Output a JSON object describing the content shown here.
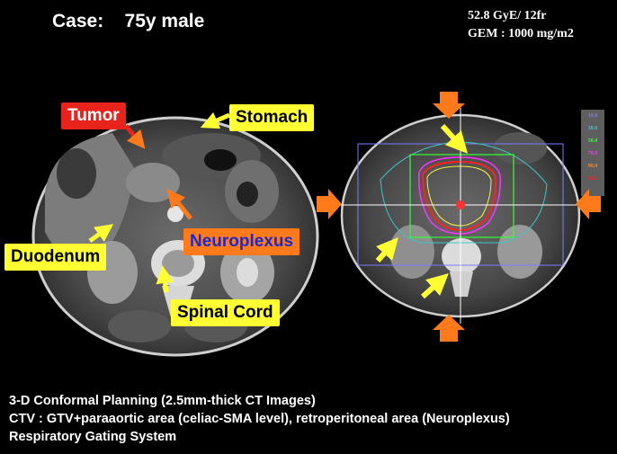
{
  "case_title": "Case:    75y male",
  "dose": {
    "line1": "52.8 GyE/ 12fr",
    "line2": "GEM : 1000 mg/m2"
  },
  "labels": {
    "tumor": "Tumor",
    "stomach": "Stomach",
    "duodenum": "Duodenum",
    "neuroplexus": "Neuroplexus",
    "spinal_cord": "Spinal Cord"
  },
  "isodose_legend": [
    {
      "text": "10.0",
      "color": "#7a7aff"
    },
    {
      "text": "30.0",
      "color": "#3ec8c8"
    },
    {
      "text": "50.0",
      "color": "#33ff33"
    },
    {
      "text": "70.0",
      "color": "#ff33ff"
    },
    {
      "text": "90.0",
      "color": "#ff8a1e"
    },
    {
      "text": "95.0",
      "color": "#ff2020"
    }
  ],
  "footer": {
    "line1": "3-D Conformal Planning (2.5mm-thick CT Images)",
    "line2": "CTV : GTV+paraaortic area (celiac-SMA level), retroperitoneal area (Neuroplexus)",
    "line3": "Respiratory Gating System"
  },
  "colors": {
    "label_yellow": "#ffff33",
    "label_red": "#e8231b",
    "label_orange": "#ff7a1a",
    "neuroplexus_text": "#1a2ad0",
    "arrow_yellow": "#ffff33",
    "arrow_orange": "#ff7a1a"
  }
}
